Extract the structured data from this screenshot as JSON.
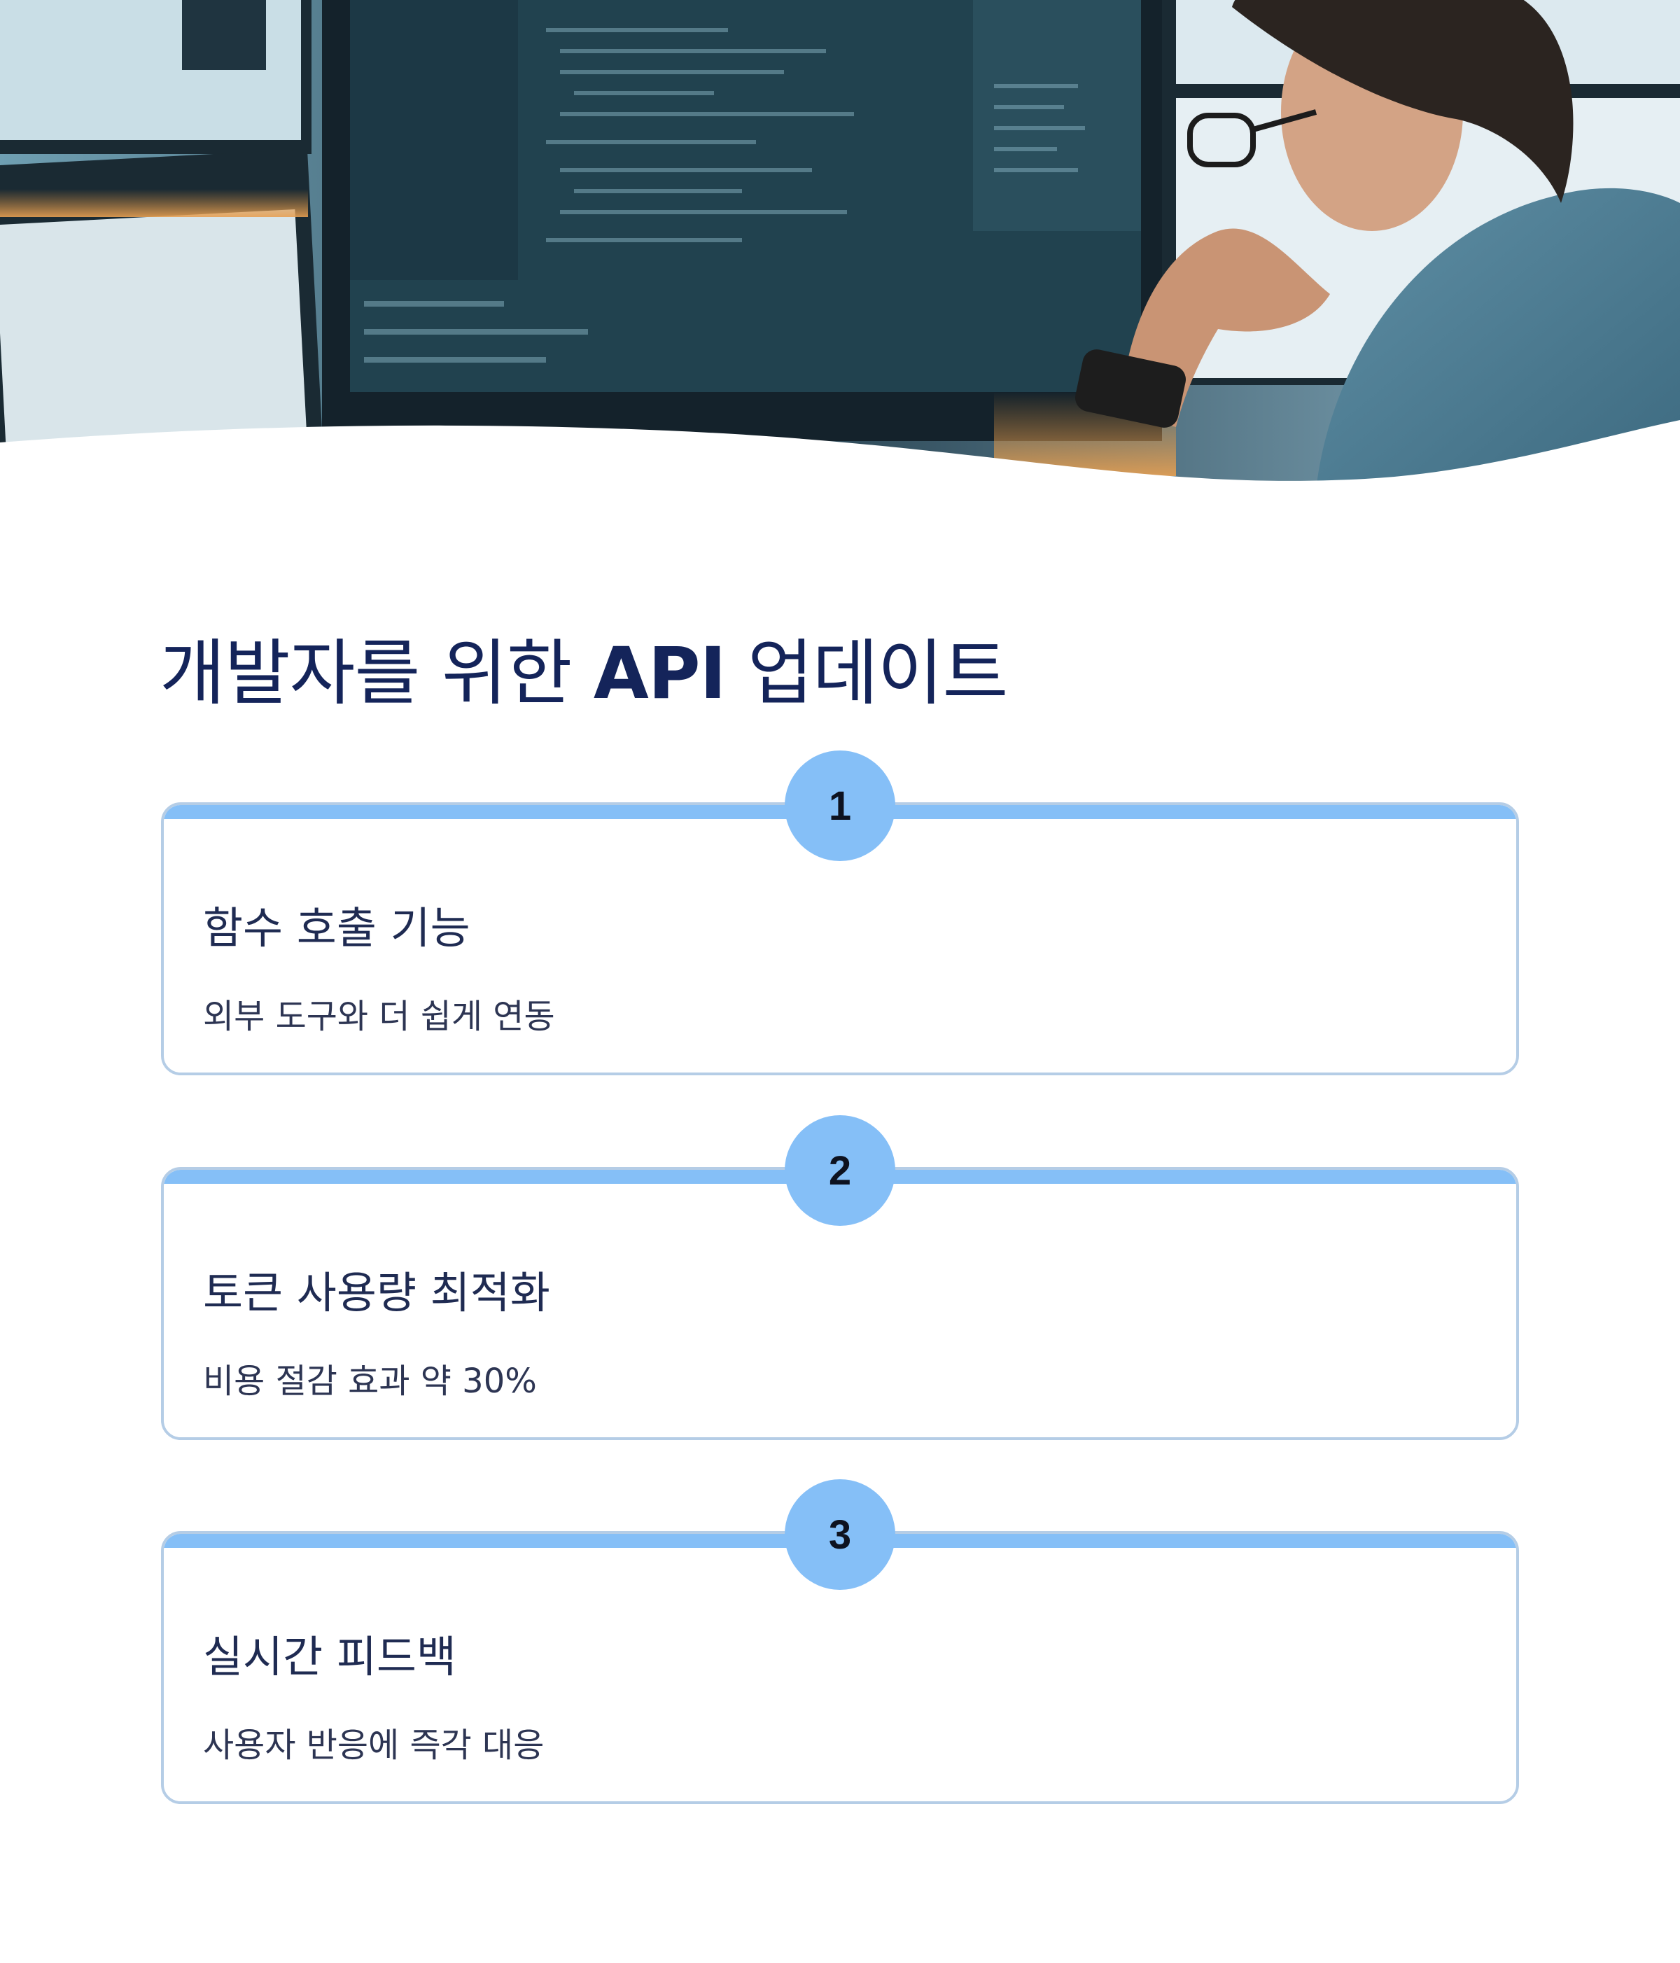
{
  "hero": {
    "alt": "Developer looking at code on multiple monitors"
  },
  "page": {
    "title_prefix": "개발자를 위한 ",
    "title_bold": "API",
    "title_suffix": " 업데이트"
  },
  "steps": [
    {
      "number": "1",
      "title": "함수 호출 기능",
      "description": "외부 도구와 더 쉽게 연동"
    },
    {
      "number": "2",
      "title": "토큰 사용량 최적화",
      "description": "비용 절감 효과 약 30%"
    },
    {
      "number": "3",
      "title": "실시간 피드백",
      "description": "사용자 반응에 즉각 대응"
    }
  ],
  "colors": {
    "accent": "#85bff7",
    "card_border": "#b5cde6",
    "title_text": "#14245a"
  }
}
